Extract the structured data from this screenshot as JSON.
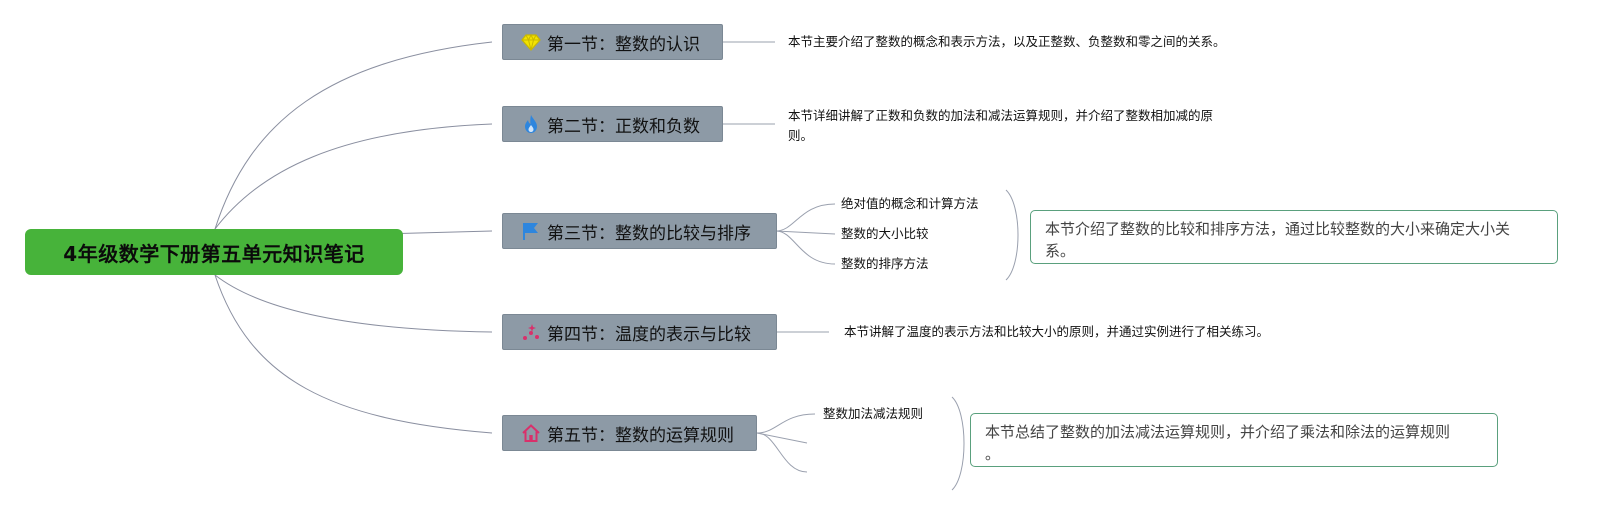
{
  "root": {
    "title": "4年级数学下册第五单元知识笔记"
  },
  "sections": [
    {
      "title": "第一节：整数的认识",
      "icon": "diamond-icon",
      "icon_color": "#e6d400",
      "description_lines": [
        "本节主要介绍了整数的概念和表示方法，以及正整数、负整数和零之间的关系。"
      ]
    },
    {
      "title": "第二节：正数和负数",
      "icon": "flame-icon",
      "icon_color": "#2e86de",
      "description_lines": [
        "本节详细讲解了正数和负数的加法和减法运算规则，并介绍了整数相加减的原",
        "则。"
      ]
    },
    {
      "title": "第三节：整数的比较与排序",
      "icon": "flag-icon",
      "icon_color": "#2e86de",
      "subtopics": [
        "绝对值的概念和计算方法",
        "整数的大小比较",
        "整数的排序方法"
      ],
      "summary_lines": [
        "本节介绍了整数的比较和排序方法，通过比较整数的大小来确定大小关",
        "系。"
      ]
    },
    {
      "title": "第四节：温度的表示与比较",
      "icon": "sparkle-icon",
      "icon_color": "#d9306b",
      "description_lines": [
        "本节讲解了温度的表示方法和比较大小的原则，并通过实例进行了相关练习。"
      ]
    },
    {
      "title": "第五节：整数的运算规则",
      "icon": "home-icon",
      "icon_color": "#d9306b",
      "subtopics": [
        "整数加法减法规则",
        "",
        ""
      ],
      "summary_lines": [
        "本节总结了整数的加法减法运算规则，并介绍了乘法和除法的运算规则",
        "。"
      ]
    }
  ]
}
